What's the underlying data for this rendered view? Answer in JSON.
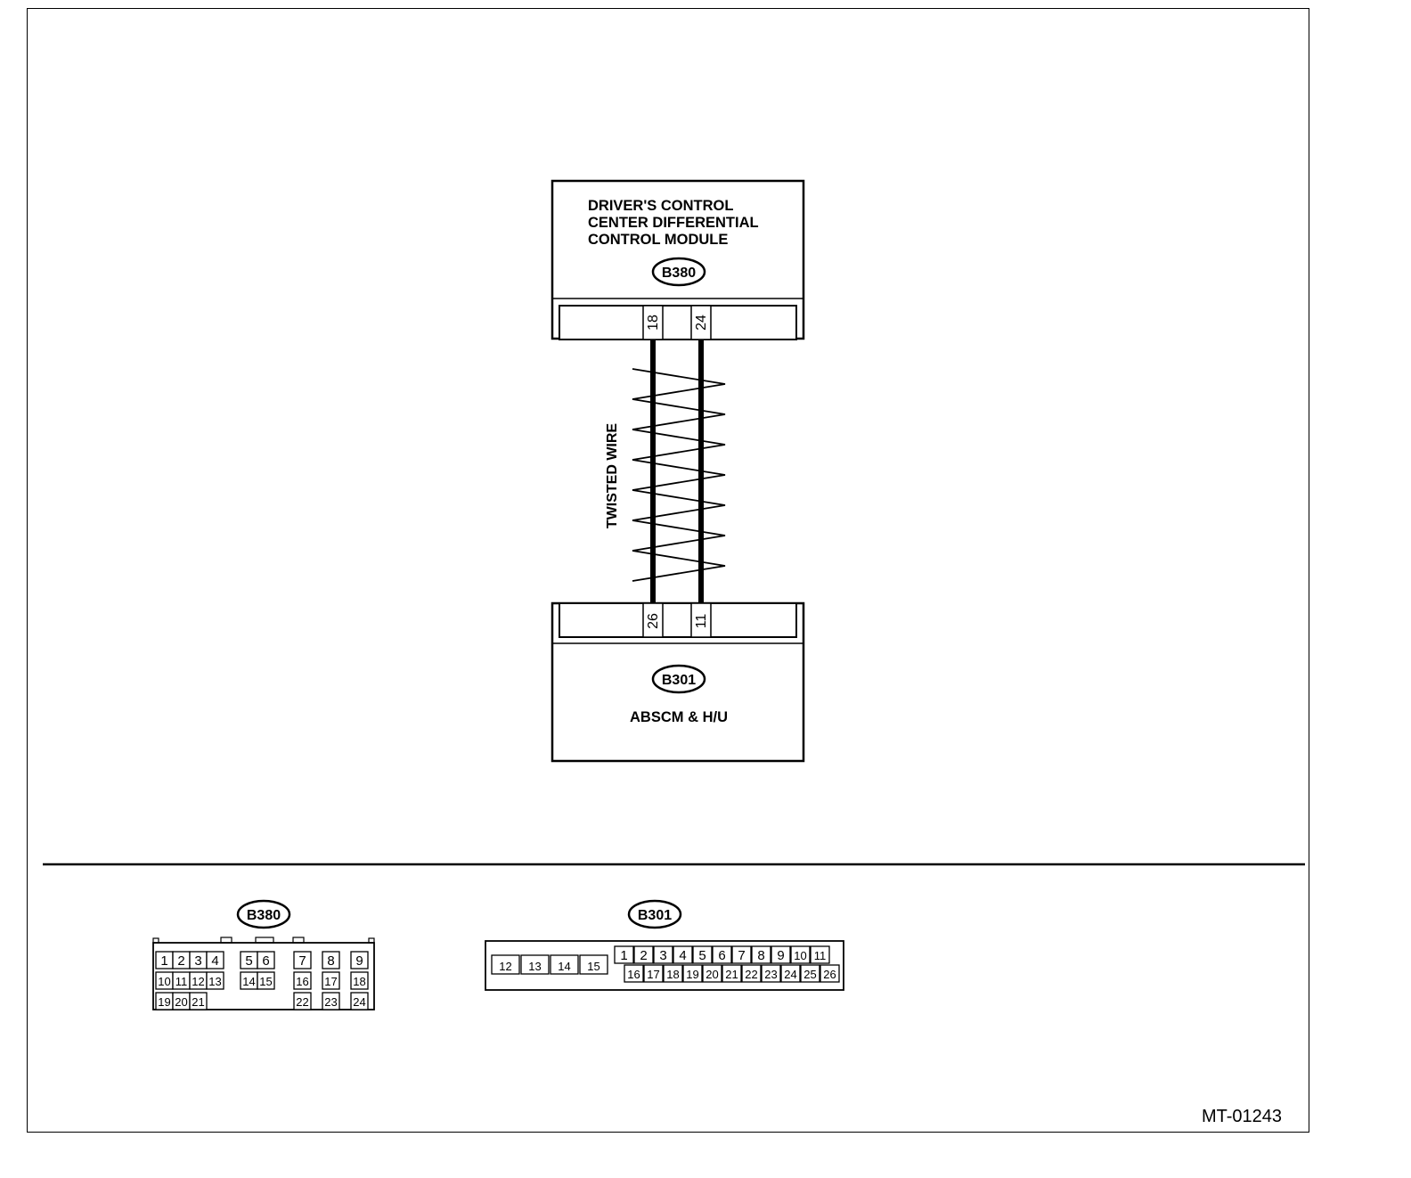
{
  "top_module": {
    "name_lines": [
      "DRIVER'S CONTROL",
      "CENTER DIFFERENTIAL",
      "CONTROL MODULE"
    ],
    "connector": "B380",
    "pins": [
      "18",
      "24"
    ]
  },
  "bottom_module": {
    "name": "ABSCM & H/U",
    "connector": "B301",
    "pins": [
      "26",
      "11"
    ]
  },
  "wire_label": "TWISTED WIRE",
  "connector_b380": {
    "label": "B380",
    "row1": [
      "1",
      "2",
      "3",
      "4",
      "5",
      "6",
      "7",
      "8",
      "9"
    ],
    "row2": [
      "10",
      "11",
      "12",
      "13",
      "14",
      "15",
      "16",
      "17",
      "18"
    ],
    "row3": [
      "19",
      "20",
      "21",
      "22",
      "23",
      "24"
    ]
  },
  "connector_b301": {
    "label": "B301",
    "left_pins": [
      "12",
      "13",
      "14",
      "15"
    ],
    "row1": [
      "1",
      "2",
      "3",
      "4",
      "5",
      "6",
      "7",
      "8",
      "9",
      "10",
      "11"
    ],
    "row2": [
      "16",
      "17",
      "18",
      "19",
      "20",
      "21",
      "22",
      "23",
      "24",
      "25",
      "26"
    ]
  },
  "figure_id": "MT-01243"
}
